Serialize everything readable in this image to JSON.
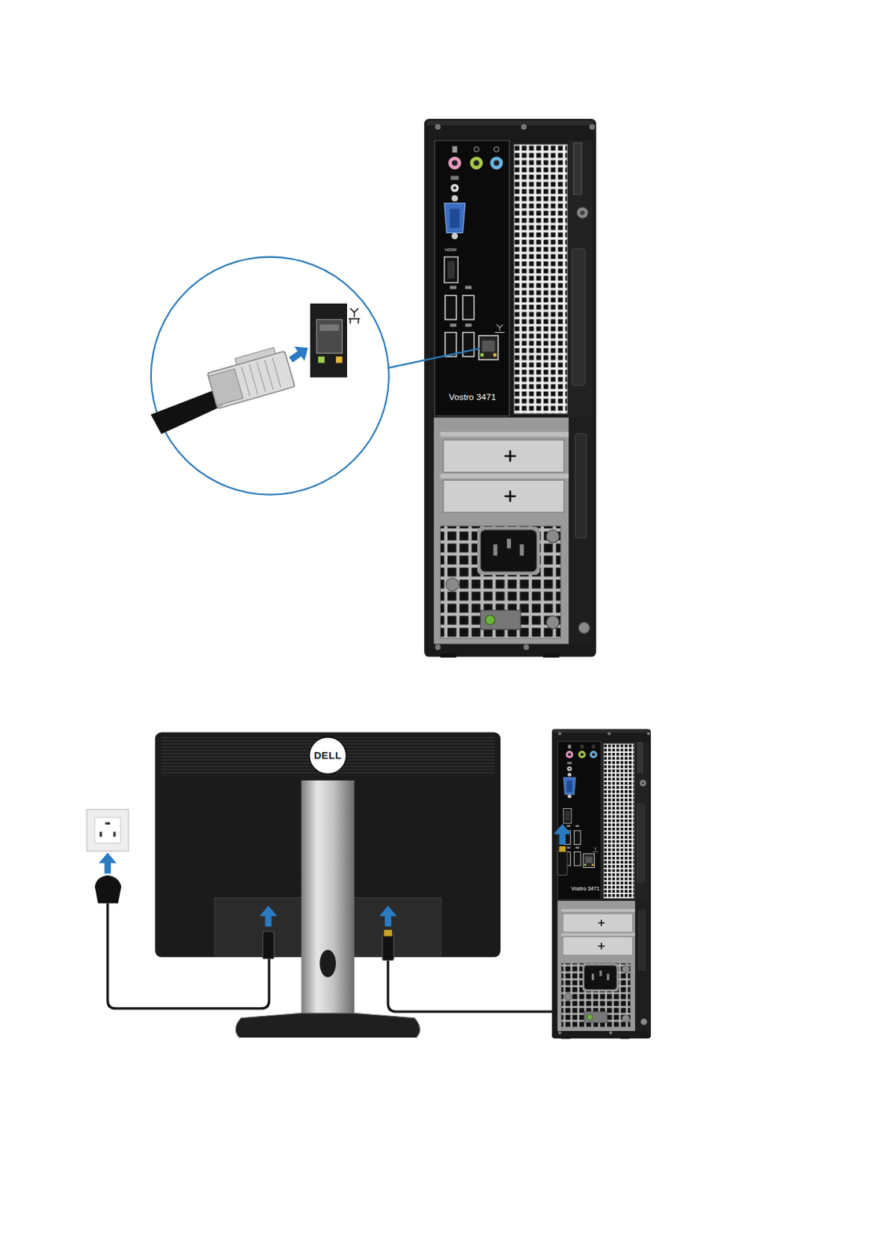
{
  "diagram": {
    "labels": [
      "HDMI",
      "Vostro 3471",
      "DELL",
      "Vostro 3471"
    ]
  }
}
